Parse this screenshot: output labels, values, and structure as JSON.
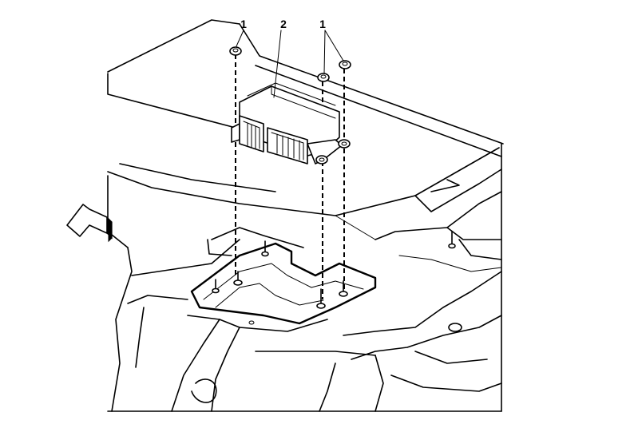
{
  "callouts": {
    "fastener_label_left": "1",
    "module_label": "2",
    "fastener_label_right": "1"
  },
  "colors": {
    "line": "#000000",
    "background": "#ffffff"
  },
  "icons": {
    "direction_arrow": "forward-arrow-icon"
  }
}
